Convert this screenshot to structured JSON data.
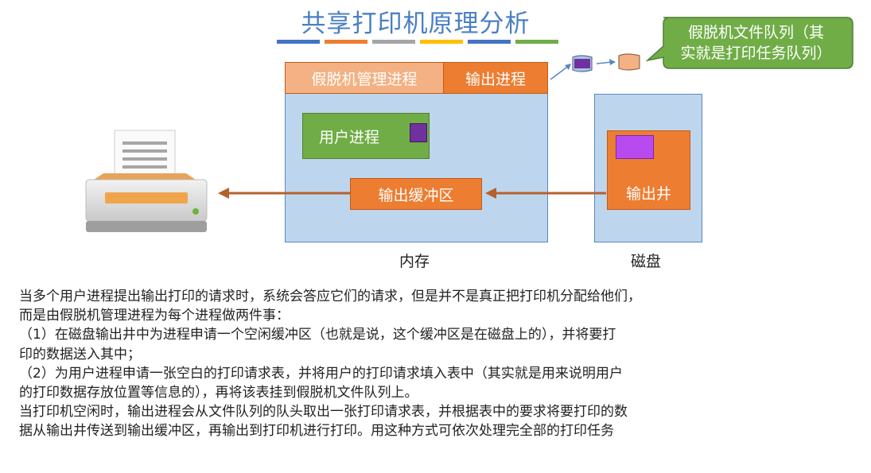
{
  "title": "共享打印机原理分析",
  "stripe_colors": [
    "#4472c4",
    "#ed7d31",
    "#a5a5a5",
    "#ffc000",
    "#4472c4",
    "#70ad47"
  ],
  "memory": {
    "caption": "内存",
    "spooling_manager": "假脱机管理进程",
    "output_process": "输出进程",
    "user_process": "用户进程",
    "output_buffer": "输出缓冲区"
  },
  "disk": {
    "caption": "磁盘",
    "output_well": "输出井"
  },
  "callout": {
    "line1": "假脱机文件队列（其",
    "line2": "实就是打印任务队列）"
  },
  "icons": [
    "printer-icon",
    "queue-file-icon"
  ],
  "colors": {
    "title": "#4a7fc4",
    "memory_bg": "#bdd6ee",
    "spooling_manager": "#f4b183",
    "orange": "#ed7d31",
    "green": "#70ad47",
    "purple": "#7030a0"
  },
  "paragraph": [
    "当多个用户进程提出输出打印的请求时，系统会答应它们的请求，但是并不是真正把打印机分配给他们，",
    "而是由假脱机管理进程为每个进程做两件事：",
    "（1）在磁盘输出井中为进程申请一个空闲缓冲区（也就是说，这个缓冲区是在磁盘上的），并将要打",
    "印的数据送入其中；",
    "（2）为用户进程申请一张空白的打印请求表，并将用户的打印请求填入表中（其实就是用来说明用户",
    "的打印数据存放位置等信息的），再将该表挂到假脱机文件队列上。",
    "当打印机空闲时，输出进程会从文件队列的队头取出一张打印请求表，并根据表中的要求将要打印的数",
    "据从输出井传送到输出缓冲区，再输出到打印机进行打印。用这种方式可依次处理完全部的打印任务"
  ]
}
